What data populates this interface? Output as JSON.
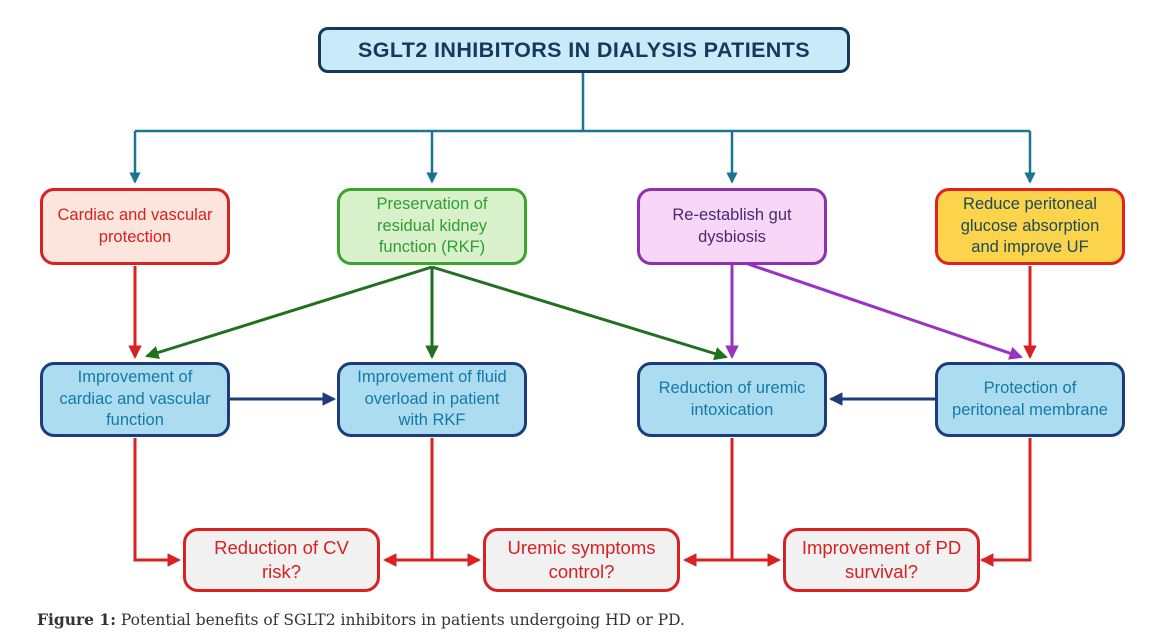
{
  "title": {
    "label": "SGLT2 INHIBITORS IN DIALYSIS PATIENTS"
  },
  "benefits": [
    {
      "label": "Cardiac and vascular protection"
    },
    {
      "label": "Preservation of residual kidney function (RKF)"
    },
    {
      "label": "Re-establish gut dysbiosis"
    },
    {
      "label": "Reduce peritoneal glucose absorption and improve UF"
    }
  ],
  "outcomes": [
    {
      "label": "Improvement of cardiac and vascular function"
    },
    {
      "label": "Improvement of fluid overload in patient with RKF"
    },
    {
      "label": "Reduction of uremic intoxication"
    },
    {
      "label": "Protection of peritoneal membrane"
    }
  ],
  "questions": [
    {
      "label": "Reduction of CV risk?"
    },
    {
      "label": "Uremic symptoms control?"
    },
    {
      "label": "Improvement of PD survival?"
    }
  ],
  "caption": {
    "prefix": "Figure 1:",
    "text": " Potential benefits of SGLT2 inhibitors in patients undergoing HD or PD."
  },
  "colors": {
    "arrow_teal": "#19768f",
    "arrow_red": "#d92121",
    "arrow_green": "#20701f",
    "arrow_purple": "#9a33c4",
    "arrow_navy": "#1d3c7c",
    "title_bg": "#c9eaf8",
    "title_border": "#15395c",
    "title_text": "#15395c",
    "benefit1_bg": "#fce5dc",
    "benefit1_border": "#d92121",
    "benefit1_text": "#d92121",
    "benefit2_bg": "#d9f1cb",
    "benefit2_border": "#3da32f",
    "benefit2_text": "#2f9e32",
    "benefit3_bg": "#f8d6f8",
    "benefit3_border": "#8c32ac",
    "benefit3_text": "#482a6e",
    "benefit4_bg": "#fbd44c",
    "benefit4_border": "#e22222",
    "benefit4_text": "#1e4a56",
    "outcome_bg": "#abdcf0",
    "outcome_border": "#1d3c7c",
    "outcome_text": "#1579a8",
    "question_bg": "#f1f1f1",
    "question_border": "#d92121",
    "question_text": "#d92121",
    "caption_text": "#333333"
  }
}
